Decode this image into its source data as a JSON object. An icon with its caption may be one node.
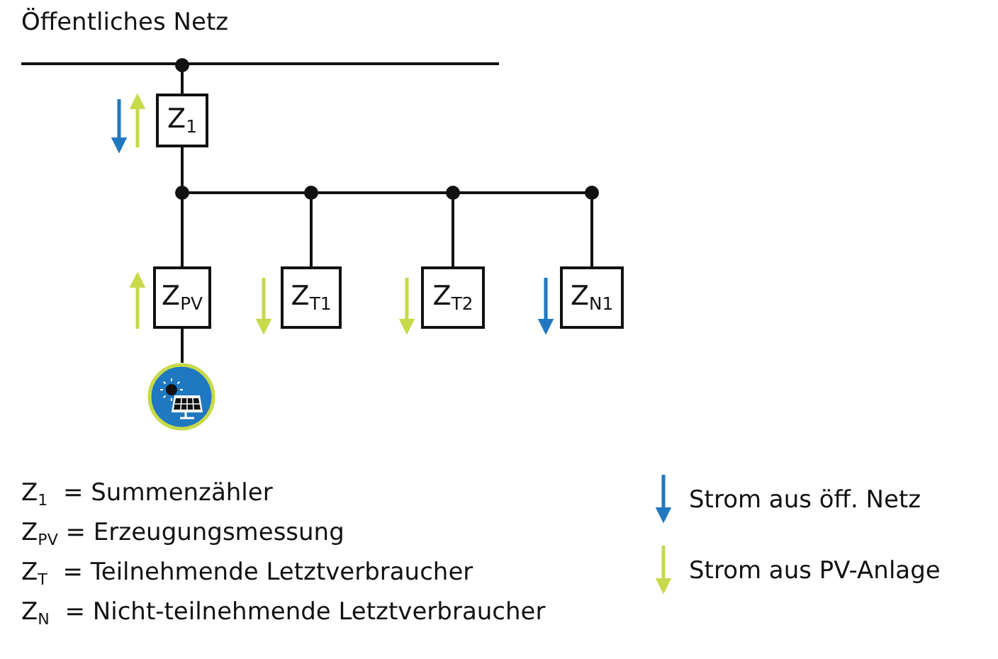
{
  "diagram": {
    "nodes": [
      {
        "text": [
          "Öffentliches Netz"
        ]
      },
      {
        "text": [
          "Z$_{1}$"
        ]
      },
      {
        "text": [
          "Z$_{PV}$"
        ]
      },
      {
        "text": [
          "Z$_{T1}$"
        ]
      },
      {
        "text": [
          "Z$_{T2}$"
        ]
      },
      {
        "text": [
          "Z$_{N1}$"
        ]
      },
      {
        "text": [],
        "shape": "circle"
      }
    ],
    "edges": [
      {
        "from": 0,
        "to": 1,
        "arrow": "other"
      },
      {
        "from": 1,
        "to": 2,
        "arrow": "none"
      },
      {
        "from": 1,
        "to": 3,
        "arrow": "none"
      },
      {
        "from": 1,
        "to": 4,
        "arrow": "none"
      },
      {
        "from": 1,
        "to": 5,
        "arrow": "none"
      },
      {
        "from": 2,
        "to": 6,
        "arrow": "none"
      }
    ],
    "labels": [
      "Z$_{1}$  = Summenzähler",
      "Z$_{PV}$ = Erzeugungsmessung",
      "Z$_{T}$  = Teilnehmende Letztverbraucher",
      "Z$_{N}$  = Nicht-teilnehmende Letztverbraucher"
    ],
    "legend": [
      {
        "text": "Strom aus öff. Netz",
        "color": "#1f78c0"
      },
      {
        "text": "Strom aus PV-Anlage",
        "color": "#c8d94a"
      }
    ]
  }
}
